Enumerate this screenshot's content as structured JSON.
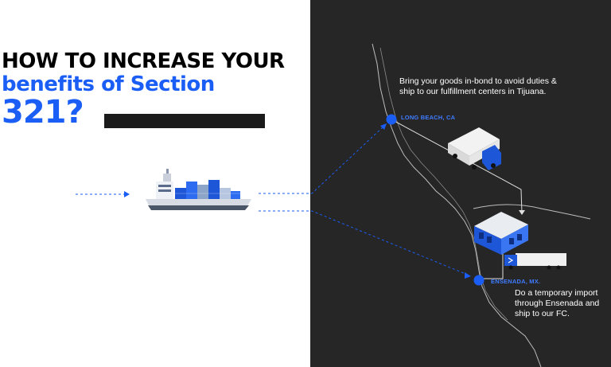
{
  "headline": {
    "line1": "HOW TO INCREASE YOUR",
    "line2": "benefits of Section",
    "line3": "321?"
  },
  "map": {
    "long_beach": {
      "label": "LONG BEACH, CA",
      "description": "Bring your goods in-bond to avoid duties & ship to our fulfillment centers in Tijuana."
    },
    "ensenada": {
      "label": "ENSENADA, MX.",
      "description": "Do a temporary import through Ensenada and ship to our FC."
    }
  },
  "colors": {
    "accent": "#1a5ef5",
    "dark_panel": "#262626",
    "text_dark": "#000000"
  }
}
